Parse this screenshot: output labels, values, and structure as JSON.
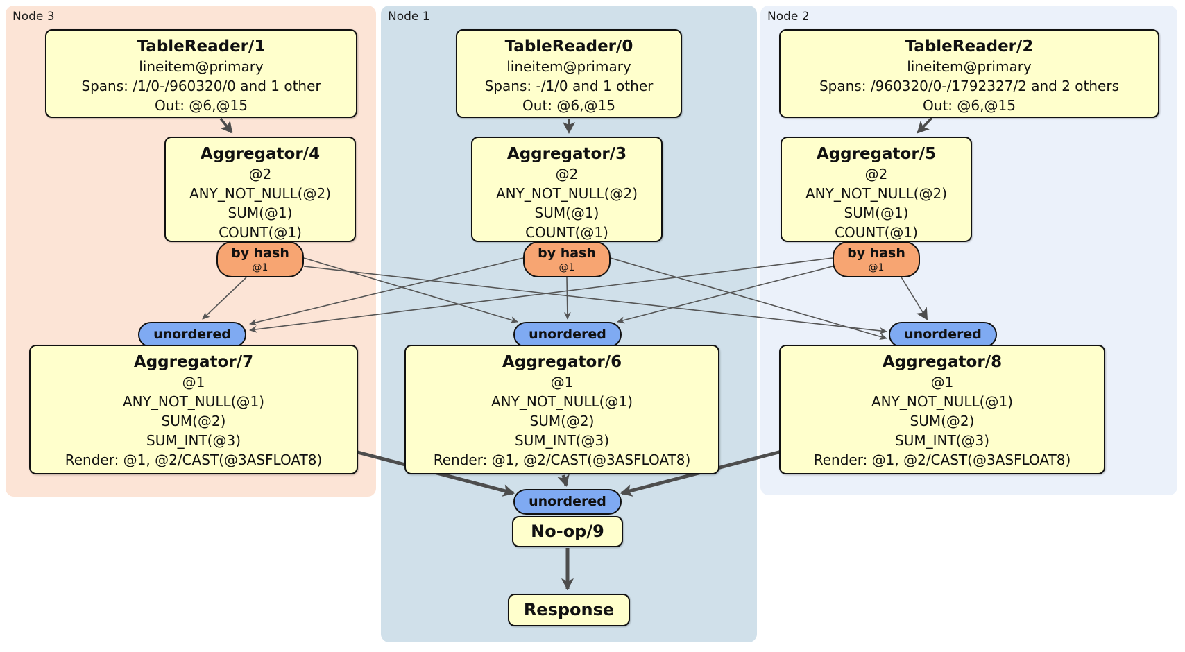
{
  "nodes": [
    {
      "label": "Node 3",
      "table_reader": {
        "title": "TableReader/1",
        "lines": [
          "lineitem@primary",
          "Spans: /1/0-/960320/0 and 1 other",
          "Out: @6,@15"
        ]
      },
      "agg_top": {
        "title": "Aggregator/4",
        "lines": [
          "@2",
          "ANY_NOT_NULL(@2)",
          "SUM(@1)",
          "COUNT(@1)"
        ]
      },
      "router": {
        "label": "by hash",
        "param": "@1"
      },
      "sync_label": "unordered",
      "agg_bottom": {
        "title": "Aggregator/7",
        "lines": [
          "@1",
          "ANY_NOT_NULL(@1)",
          "SUM(@2)",
          "SUM_INT(@3)",
          "Render: @1, @2/CAST(@3ASFLOAT8)"
        ]
      }
    },
    {
      "label": "Node 1",
      "table_reader": {
        "title": "TableReader/0",
        "lines": [
          "lineitem@primary",
          "Spans: -/1/0 and 1 other",
          "Out: @6,@15"
        ]
      },
      "agg_top": {
        "title": "Aggregator/3",
        "lines": [
          "@2",
          "ANY_NOT_NULL(@2)",
          "SUM(@1)",
          "COUNT(@1)"
        ]
      },
      "router": {
        "label": "by hash",
        "param": "@1"
      },
      "sync_label": "unordered",
      "agg_bottom": {
        "title": "Aggregator/6",
        "lines": [
          "@1",
          "ANY_NOT_NULL(@1)",
          "SUM(@2)",
          "SUM_INT(@3)",
          "Render: @1, @2/CAST(@3ASFLOAT8)"
        ]
      }
    },
    {
      "label": "Node 2",
      "table_reader": {
        "title": "TableReader/2",
        "lines": [
          "lineitem@primary",
          "Spans: /960320/0-/1792327/2 and 2 others",
          "Out: @6,@15"
        ]
      },
      "agg_top": {
        "title": "Aggregator/5",
        "lines": [
          "@2",
          "ANY_NOT_NULL(@2)",
          "SUM(@1)",
          "COUNT(@1)"
        ]
      },
      "router": {
        "label": "by hash",
        "param": "@1"
      },
      "sync_label": "unordered",
      "agg_bottom": {
        "title": "Aggregator/8",
        "lines": [
          "@1",
          "ANY_NOT_NULL(@1)",
          "SUM(@2)",
          "SUM_INT(@3)",
          "Render: @1, @2/CAST(@3ASFLOAT8)"
        ]
      }
    }
  ],
  "output": {
    "sync_label": "unordered",
    "noop_title": "No-op/9",
    "response_title": "Response"
  },
  "colors": {
    "node3_panel": "#fce4d6",
    "node1_panel": "#d0e0ea",
    "node2_panel": "#ebf1fa",
    "processor_box": "#ffffcc",
    "router_pill": "#f7a572",
    "sync_pill": "#7faaf2",
    "edge": "#4d4d4d"
  }
}
